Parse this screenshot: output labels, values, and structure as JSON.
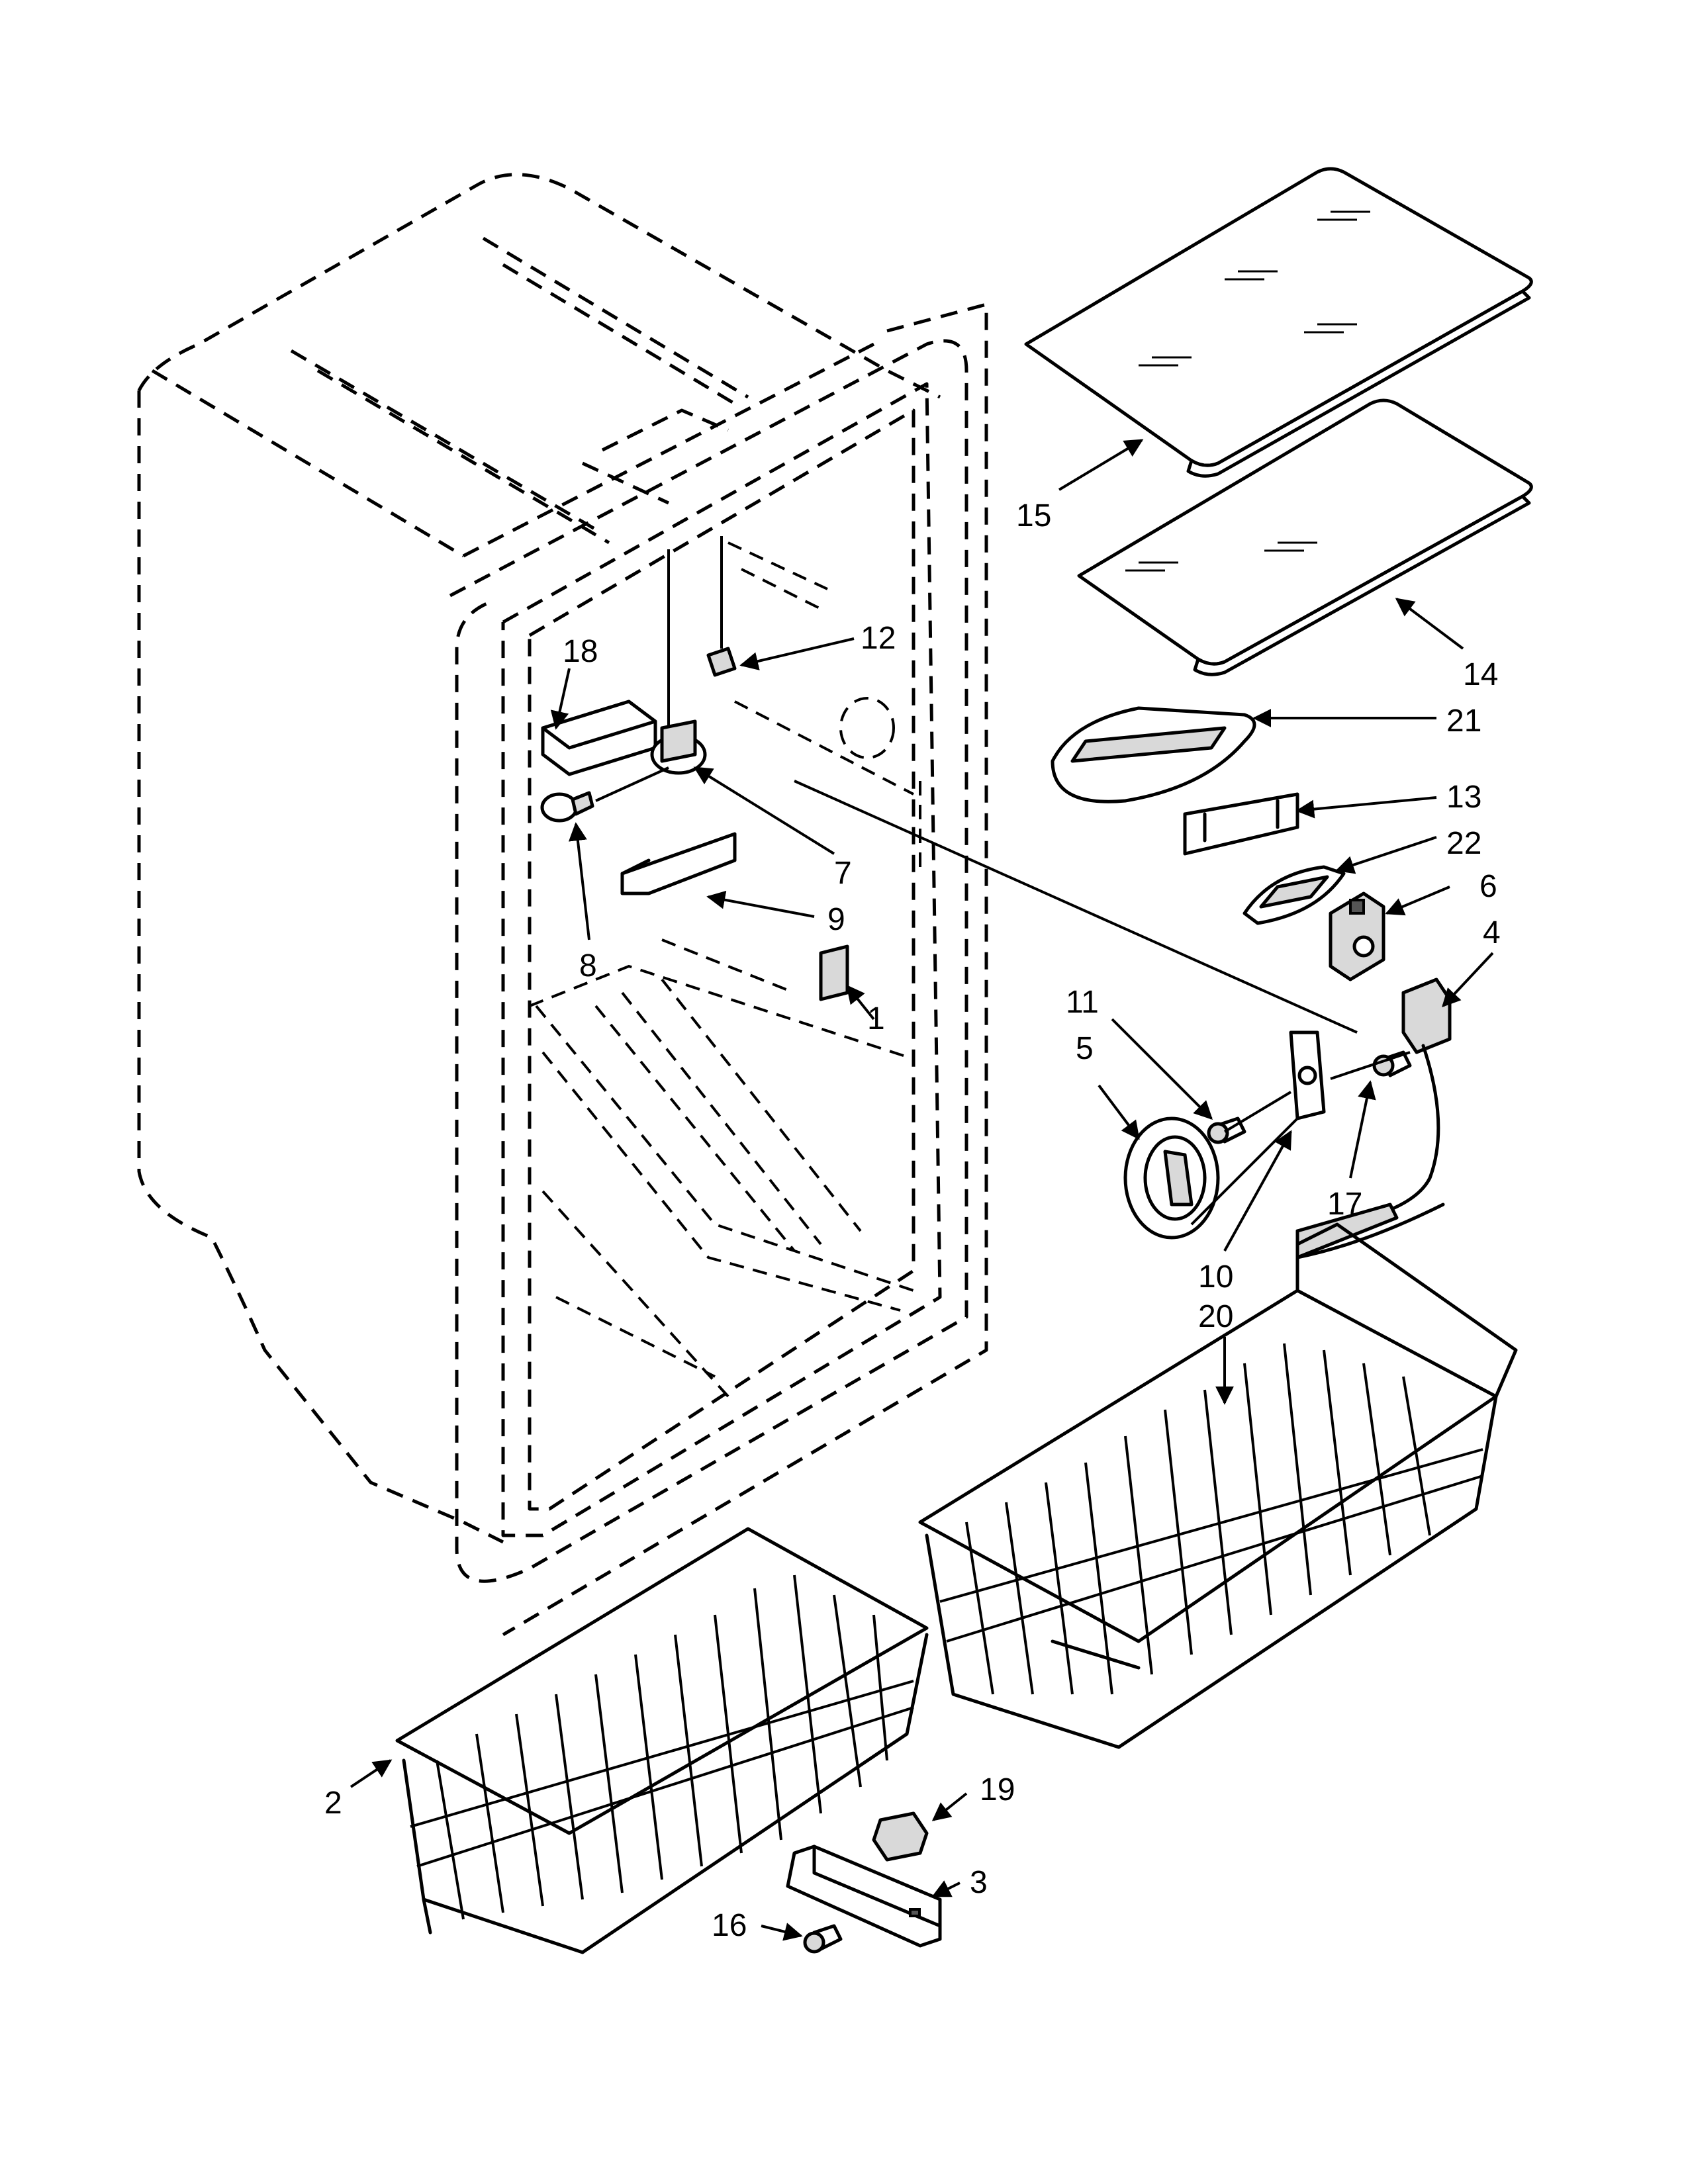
{
  "callouts": [
    {
      "id": "c15",
      "text": "15"
    },
    {
      "id": "c14",
      "text": "14"
    },
    {
      "id": "c21",
      "text": "21"
    },
    {
      "id": "c13",
      "text": "13"
    },
    {
      "id": "c22",
      "text": "22"
    },
    {
      "id": "c6",
      "text": "6"
    },
    {
      "id": "c4",
      "text": "4"
    },
    {
      "id": "c11",
      "text": "11"
    },
    {
      "id": "c5",
      "text": "5"
    },
    {
      "id": "c17",
      "text": "17"
    },
    {
      "id": "c10",
      "text": "10"
    },
    {
      "id": "c20",
      "text": "20"
    },
    {
      "id": "c12",
      "text": "12"
    },
    {
      "id": "c18",
      "text": "18"
    },
    {
      "id": "c7",
      "text": "7"
    },
    {
      "id": "c9",
      "text": "9"
    },
    {
      "id": "c8",
      "text": "8"
    },
    {
      "id": "c1",
      "text": "1"
    },
    {
      "id": "c2",
      "text": "2"
    },
    {
      "id": "c19",
      "text": "19"
    },
    {
      "id": "c3",
      "text": "3"
    },
    {
      "id": "c16",
      "text": "16"
    }
  ]
}
